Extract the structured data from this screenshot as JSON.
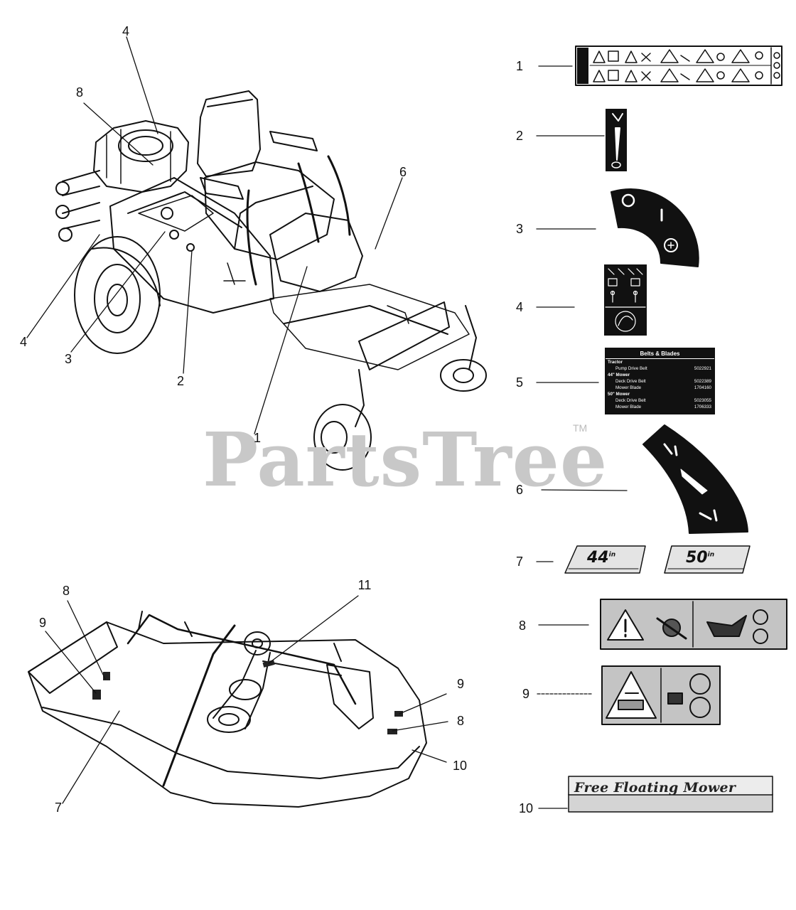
{
  "watermark": {
    "text": "PartsTree",
    "tm": "TM"
  },
  "callouts": {
    "tractor": [
      "4",
      "8",
      "6",
      "4",
      "3",
      "2",
      "1"
    ],
    "deck": [
      "8",
      "9",
      "11",
      "9",
      "8",
      "10",
      "7"
    ],
    "decal_index": [
      "1",
      "2",
      "3",
      "4",
      "5",
      "6",
      "7",
      "8",
      "9",
      "10"
    ]
  },
  "decal_belts": {
    "title": "Belts & Blades",
    "tractor_header": "Tractor",
    "pump_drive_belt": "Pump Drive Belt",
    "pump_drive_belt_no": "5022921",
    "mower_44_header": "44\" Mower",
    "deck_drive_belt_44": "Deck Drive Belt",
    "deck_drive_belt_44_no": "5022389",
    "mower_blade_44": "Mower Blade",
    "mower_blade_44_no": "1704160",
    "mower_50_header": "50\" Mower",
    "deck_drive_belt_50": "Deck Drive Belt",
    "deck_drive_belt_50_no": "5023055",
    "mower_blade_50": "Mower Blade",
    "mower_blade_50_no": "1706333"
  },
  "decal_deck_size": {
    "size_44": "44",
    "size_50": "50",
    "unit_44": "in",
    "unit_50": "in"
  },
  "decal_free_floating": "Free Floating Mower",
  "colors": {
    "ink": "#111111",
    "watermark": "#c8c8c8",
    "decal_gray": "#bdbdbd",
    "paper": "#ffffff"
  }
}
